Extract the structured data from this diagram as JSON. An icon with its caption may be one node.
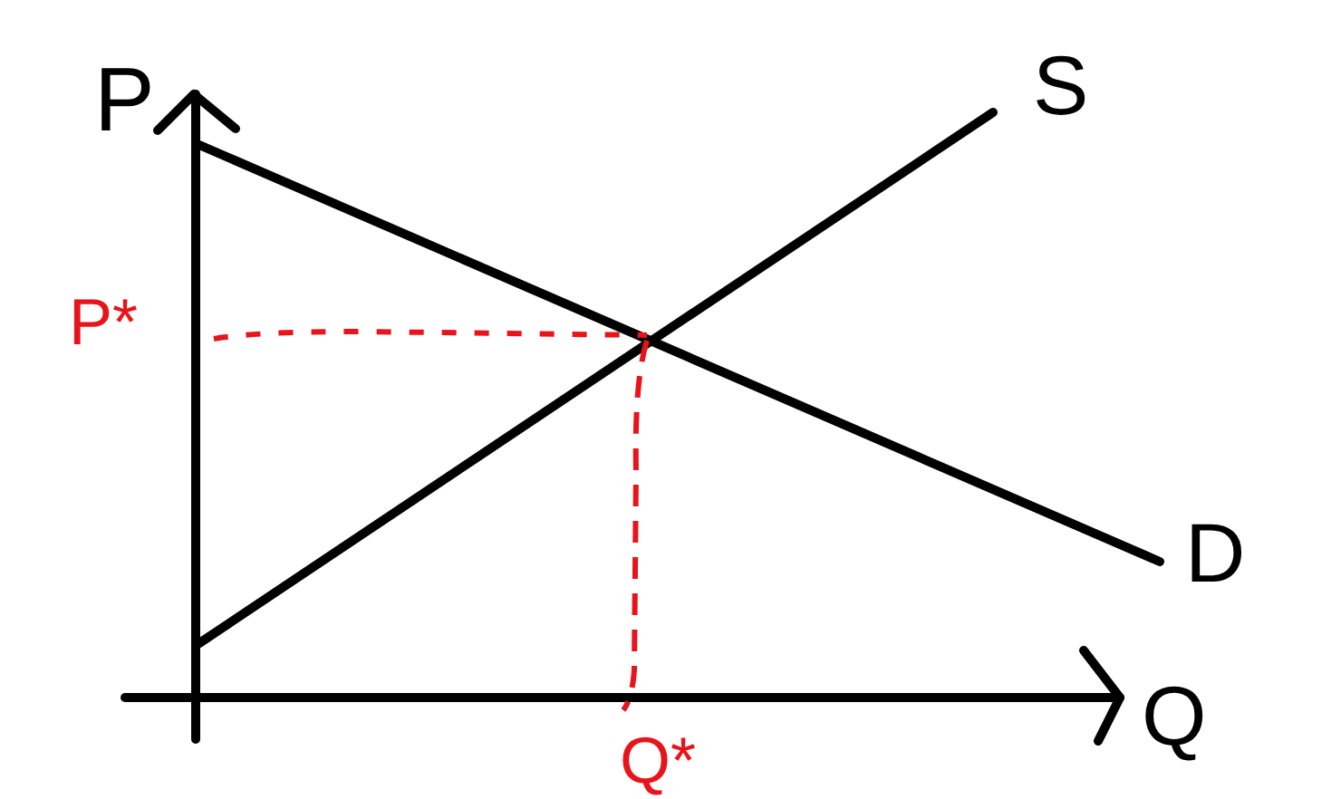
{
  "diagram": {
    "labels": [
      "P",
      "S",
      "P*",
      "D",
      "Q",
      "Q*"
    ]
  }
}
